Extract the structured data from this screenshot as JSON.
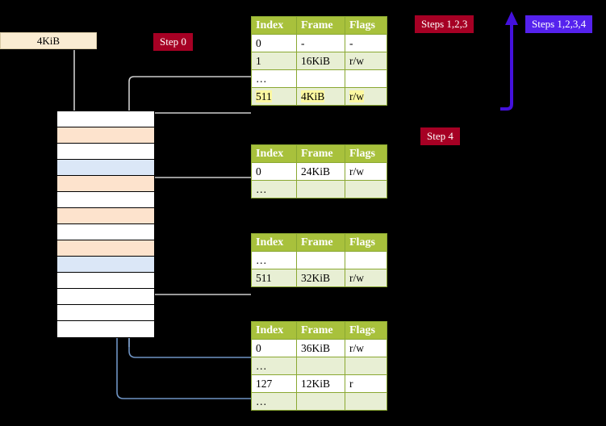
{
  "labels": {
    "step0": "Step 0",
    "steps123": "Steps 1,2,3",
    "steps1234": "Steps 1,2,3,4",
    "step4": "Step 4",
    "memory_block": "4KiB"
  },
  "colors": {
    "badge_red": "#a60024",
    "badge_blue": "#5522ee",
    "table_header": "#a8c13c",
    "table_border": "#8aa832",
    "row_alt": "#e8efd4",
    "highlight": "#fcf8a0",
    "mem_peach": "#fde3cd",
    "mem_blue": "#dbe7f7",
    "kib_box": "#faecd2",
    "connector_gray": "#bcbcbc",
    "connector_blue": "#6f94c4",
    "bracket": "#4411dd"
  },
  "table_headers": [
    "Index",
    "Frame",
    "Flags"
  ],
  "tables": [
    {
      "name": "level4-table",
      "rows": [
        {
          "index": "0",
          "frame": "-",
          "flags": "-",
          "alt": false,
          "highlight": false
        },
        {
          "index": "1",
          "frame": "16KiB",
          "flags": "r/w",
          "alt": true,
          "highlight": false
        },
        {
          "index": "…",
          "frame": "",
          "flags": "",
          "alt": false,
          "highlight": false
        },
        {
          "index": "511",
          "frame": "4KiB",
          "flags": "r/w",
          "alt": true,
          "highlight": true
        }
      ]
    },
    {
      "name": "level3-table",
      "rows": [
        {
          "index": "0",
          "frame": "24KiB",
          "flags": "r/w",
          "alt": false,
          "highlight": false
        },
        {
          "index": "…",
          "frame": "",
          "flags": "",
          "alt": true,
          "highlight": false
        }
      ]
    },
    {
      "name": "level2-table",
      "rows": [
        {
          "index": "…",
          "frame": "",
          "flags": "",
          "alt": false,
          "highlight": false
        },
        {
          "index": "511",
          "frame": "32KiB",
          "flags": "r/w",
          "alt": true,
          "highlight": false
        }
      ]
    },
    {
      "name": "level1-table",
      "rows": [
        {
          "index": "0",
          "frame": "36KiB",
          "flags": "r/w",
          "alt": false,
          "highlight": false
        },
        {
          "index": "…",
          "frame": "",
          "flags": "",
          "alt": true,
          "highlight": false
        },
        {
          "index": "127",
          "frame": "12KiB",
          "flags": "r",
          "alt": false,
          "highlight": false
        },
        {
          "index": "…",
          "frame": "",
          "flags": "",
          "alt": true,
          "highlight": false
        }
      ]
    }
  ],
  "memory_rows": [
    {
      "fill": "white"
    },
    {
      "fill": "peach"
    },
    {
      "fill": "white"
    },
    {
      "fill": "blue"
    },
    {
      "fill": "peach"
    },
    {
      "fill": "white"
    },
    {
      "fill": "peach"
    },
    {
      "fill": "white"
    },
    {
      "fill": "peach"
    },
    {
      "fill": "blue"
    },
    {
      "fill": "white"
    },
    {
      "fill": "white"
    },
    {
      "fill": "white"
    },
    {
      "fill": "white"
    }
  ]
}
